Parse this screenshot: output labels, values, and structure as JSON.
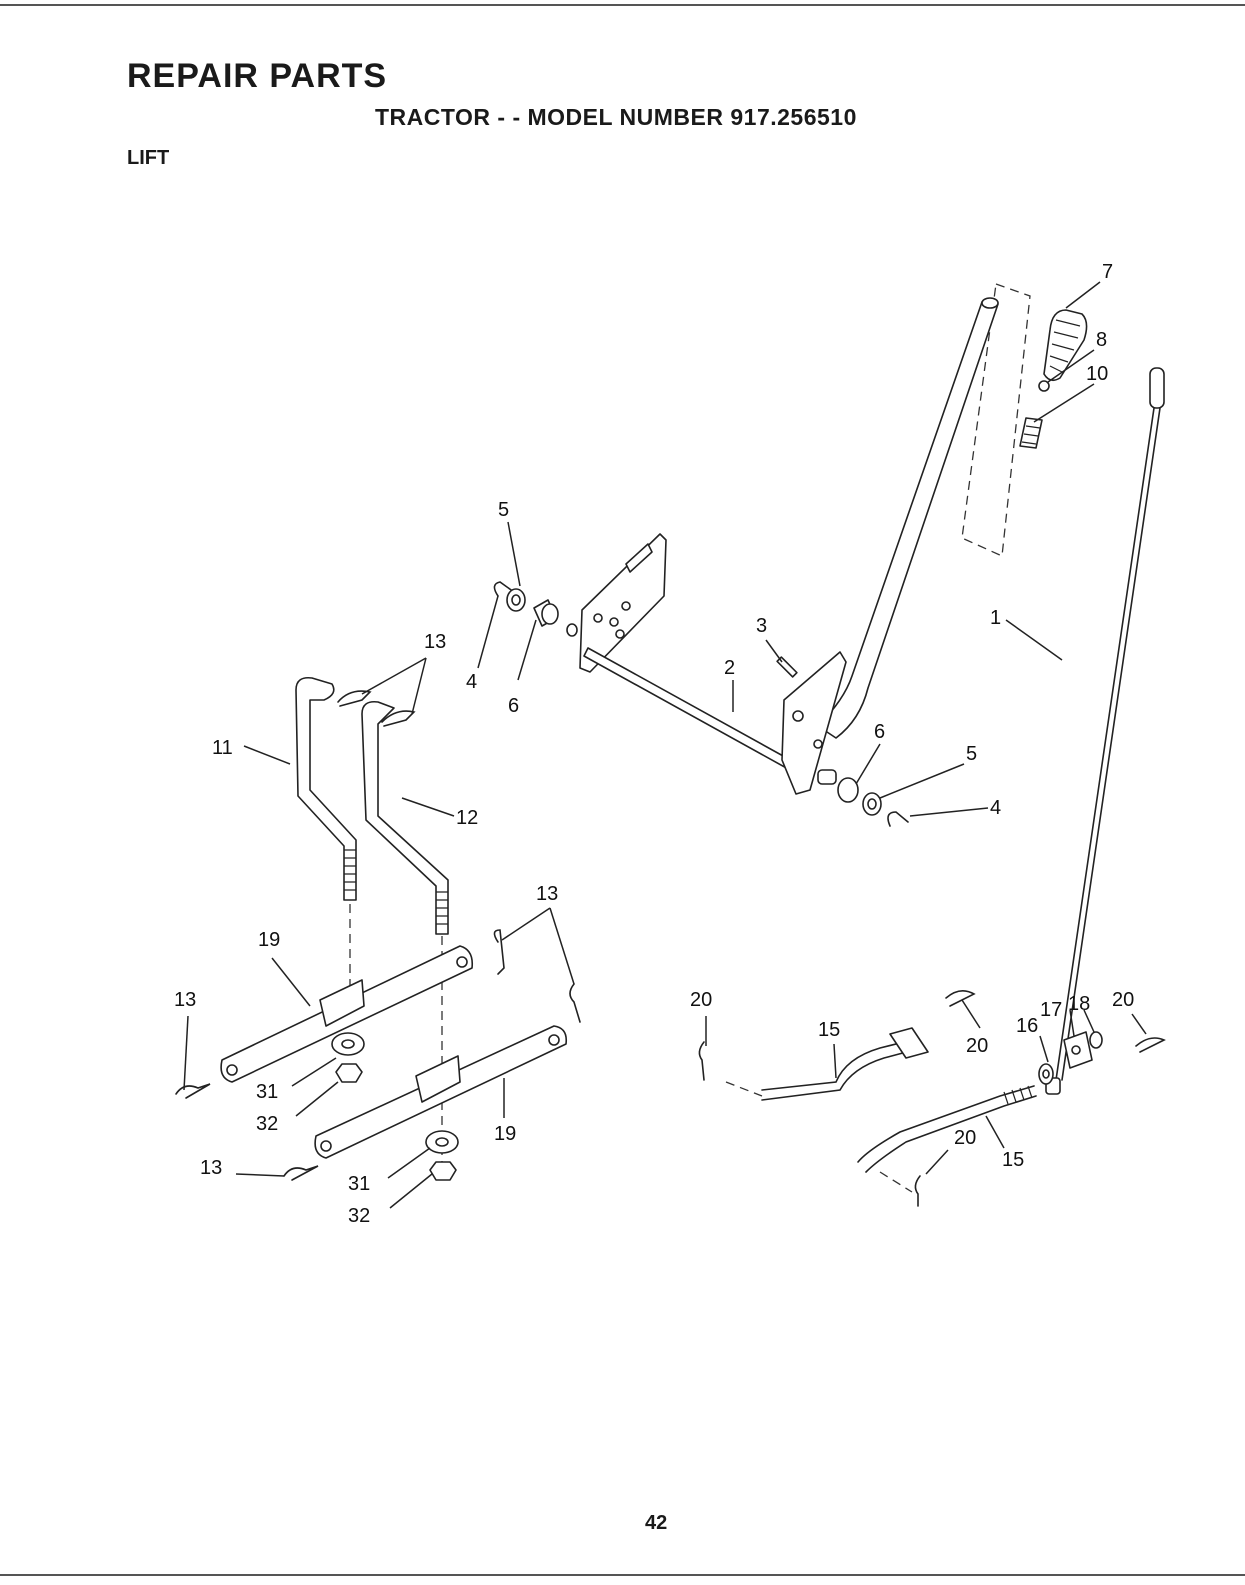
{
  "header": {
    "title": "REPAIR PARTS",
    "subtitle": "TRACTOR - - MODEL NUMBER 917.256510",
    "section": "LIFT"
  },
  "callouts": {
    "c1": "1",
    "c2": "2",
    "c3": "3",
    "c4a": "4",
    "c4b": "4",
    "c5a": "5",
    "c5b": "5",
    "c6a": "6",
    "c6b": "6",
    "c7": "7",
    "c8": "8",
    "c10": "10",
    "c11": "11",
    "c12": "12",
    "c13a": "13",
    "c13b": "13",
    "c13c": "13",
    "c13d": "13",
    "c15a": "15",
    "c15b": "15",
    "c16": "16",
    "c17": "17",
    "c18": "18",
    "c19a": "19",
    "c19b": "19",
    "c20a": "20",
    "c20b": "20",
    "c20c": "20",
    "c20d": "20",
    "c31a": "31",
    "c31b": "31",
    "c32a": "32",
    "c32b": "32"
  },
  "footer": {
    "page_number": "42"
  }
}
